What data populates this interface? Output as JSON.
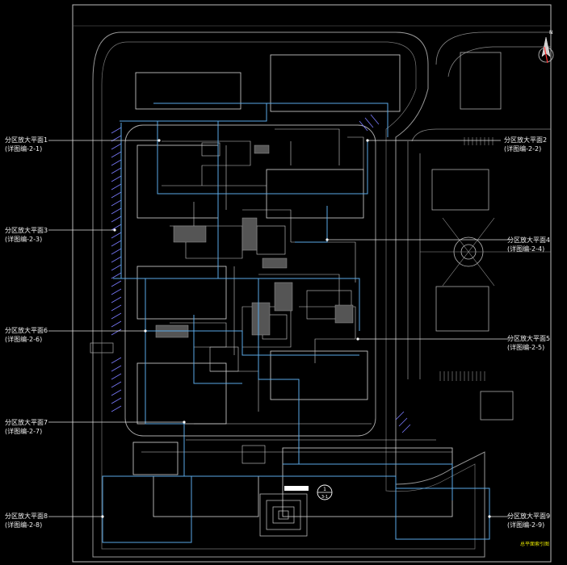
{
  "callouts": {
    "c1": {
      "title": "分区放大平面1",
      "ref": "(详图编-2-1)"
    },
    "c2": {
      "title": "分区放大平面2",
      "ref": "(详图编-2-2)"
    },
    "c3": {
      "title": "分区放大平面3",
      "ref": "(详图编-2-3)"
    },
    "c4": {
      "title": "分区放大平面4",
      "ref": "(详图编-2-4)"
    },
    "c5": {
      "title": "分区放大平面5",
      "ref": "(详图编-2-5)"
    },
    "c6": {
      "title": "分区放大平面6",
      "ref": "(详图编-2-6)"
    },
    "c7": {
      "title": "分区放大平面7",
      "ref": "(详图编-2-7)"
    },
    "c8": {
      "title": "分区放大平面8",
      "ref": "(详图编-2-8)"
    },
    "c9": {
      "title": "分区放大平面9",
      "ref": "(详图编-2-9)"
    }
  },
  "north_label": "N",
  "detail_marker": {
    "top": "1",
    "bottom": "3-1"
  },
  "corner_note": "总平面索引图",
  "colors": {
    "background": "#000000",
    "frame": "#ffffff",
    "zone_blue": "#5aa9e6",
    "accent_yellow": "#e6e600",
    "hatch_blue": "#7b7bff"
  }
}
